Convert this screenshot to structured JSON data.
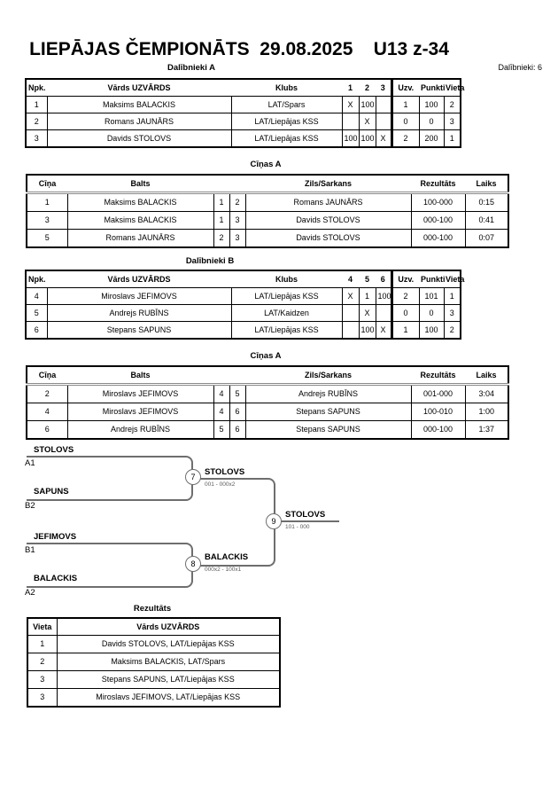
{
  "page": {
    "title": "LIEPĀJAS ČEMPIONĀTS  29.08.2025    U13 z-34",
    "participants_count_label": "Dalībnieki: 6"
  },
  "group_a": {
    "title": "Dalībnieki A",
    "headers": {
      "npk": "Npk.",
      "name": "Vārds UZVĀRDS",
      "club": "Klubs",
      "c1": "1",
      "c2": "2",
      "c3": "3",
      "wins": "Uzv.",
      "points": "Punkti",
      "place": "Vieta"
    },
    "rows": [
      {
        "npk": "1",
        "name": "Maksims BALACKIS",
        "club": "LAT/Spars",
        "c1": "X",
        "c2": "100",
        "c3": "",
        "wins": "1",
        "points": "100",
        "place": "2"
      },
      {
        "npk": "2",
        "name": "Romans JAUNĀRS",
        "club": "LAT/Liepājas KSS",
        "c1": "",
        "c2": "X",
        "c3": "",
        "wins": "0",
        "points": "0",
        "place": "3"
      },
      {
        "npk": "3",
        "name": "Davids STOLOVS",
        "club": "LAT/Liepājas KSS",
        "c1": "100",
        "c2": "100",
        "c3": "X",
        "wins": "2",
        "points": "200",
        "place": "1"
      }
    ]
  },
  "fights_a": {
    "title": "Cīņas A",
    "headers": {
      "fight": "Cīņa",
      "white": "Balts",
      "blue": "Zils/Sarkans",
      "result": "Rezultāts",
      "time": "Laiks"
    },
    "rows": [
      {
        "fight": "1",
        "white": "Maksims BALACKIS",
        "n1": "1",
        "n2": "2",
        "blue": "Romans JAUNĀRS",
        "result": "100-000",
        "time": "0:15"
      },
      {
        "fight": "3",
        "white": "Maksims BALACKIS",
        "n1": "1",
        "n2": "3",
        "blue": "Davids STOLOVS",
        "result": "000-100",
        "time": "0:41"
      },
      {
        "fight": "5",
        "white": "Romans JAUNĀRS",
        "n1": "2",
        "n2": "3",
        "blue": "Davids STOLOVS",
        "result": "000-100",
        "time": "0:07"
      }
    ]
  },
  "group_b": {
    "title": "Dalībnieki B",
    "headers": {
      "npk": "Npk.",
      "name": "Vārds UZVĀRDS",
      "club": "Klubs",
      "c1": "4",
      "c2": "5",
      "c3": "6",
      "wins": "Uzv.",
      "points": "Punkti",
      "place": "Vieta"
    },
    "rows": [
      {
        "npk": "4",
        "name": "Miroslavs JEFIMOVS",
        "club": "LAT/Liepājas KSS",
        "c1": "X",
        "c2": "1",
        "c3": "100",
        "wins": "2",
        "points": "101",
        "place": "1"
      },
      {
        "npk": "5",
        "name": "Andrejs RUBĪNS",
        "club": "LAT/Kaidzen",
        "c1": "",
        "c2": "X",
        "c3": "",
        "wins": "0",
        "points": "0",
        "place": "3"
      },
      {
        "npk": "6",
        "name": "Stepans SAPUNS",
        "club": "LAT/Liepājas KSS",
        "c1": "",
        "c2": "100",
        "c3": "X",
        "wins": "1",
        "points": "100",
        "place": "2"
      }
    ]
  },
  "fights_b": {
    "title": "Cīņas A",
    "headers": {
      "fight": "Cīņa",
      "white": "Balts",
      "blue": "Zils/Sarkans",
      "result": "Rezultāts",
      "time": "Laiks"
    },
    "rows": [
      {
        "fight": "2",
        "white": "Miroslavs JEFIMOVS",
        "n1": "4",
        "n2": "5",
        "blue": "Andrejs RUBĪNS",
        "result": "001-000",
        "time": "3:04"
      },
      {
        "fight": "4",
        "white": "Miroslavs JEFIMOVS",
        "n1": "4",
        "n2": "6",
        "blue": "Stepans SAPUNS",
        "result": "100-010",
        "time": "1:00"
      },
      {
        "fight": "6",
        "white": "Andrejs RUBĪNS",
        "n1": "5",
        "n2": "6",
        "blue": "Stepans SAPUNS",
        "result": "000-100",
        "time": "1:37"
      }
    ]
  },
  "bracket": {
    "sf1_top_name": "STOLOVS",
    "sf1_top_seed": "A1",
    "sf1_bottom_name": "SAPUNS",
    "sf1_bottom_seed": "B2",
    "sf2_top_name": "JEFIMOVS",
    "sf2_top_seed": "B1",
    "sf2_bottom_name": "BALACKIS",
    "sf2_bottom_seed": "A2",
    "match7": {
      "number": "7",
      "winner": "STOLOVS",
      "score": "001 - 000x2"
    },
    "match8": {
      "number": "8",
      "winner": "BALACKIS",
      "score": "000x2 - 100x1"
    },
    "match9": {
      "number": "9",
      "winner": "STOLOVS",
      "score": "101 - 000"
    }
  },
  "results": {
    "title": "Rezultāts",
    "headers": {
      "place": "Vieta",
      "name": "Vārds UZVĀRDS"
    },
    "rows": [
      {
        "place": "1",
        "name": "Davids STOLOVS, LAT/Liepājas KSS"
      },
      {
        "place": "2",
        "name": "Maksims BALACKIS, LAT/Spars"
      },
      {
        "place": "3",
        "name": "Stepans SAPUNS, LAT/Liepājas KSS"
      },
      {
        "place": "3",
        "name": "Miroslavs JEFIMOVS, LAT/Liepājas KSS"
      }
    ]
  }
}
